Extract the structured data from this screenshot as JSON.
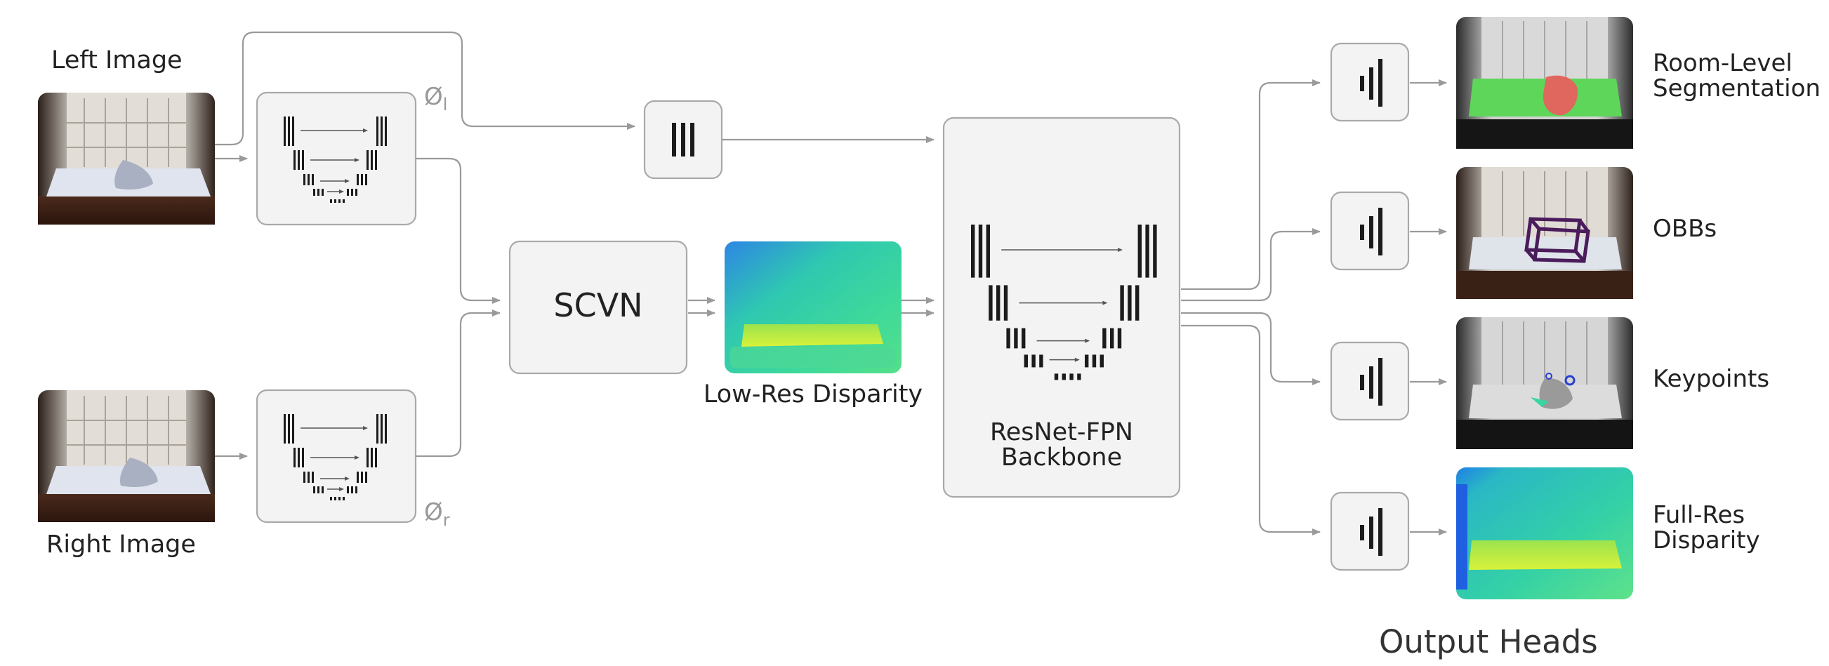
{
  "inputs": {
    "left_label": "Left Image",
    "right_label": "Right Image"
  },
  "encoders": {
    "phi_left": "Ø",
    "phi_left_sub": "l",
    "phi_right": "Ø",
    "phi_right_sub": "r"
  },
  "scvn": {
    "label": "SCVN"
  },
  "low_res": {
    "label": "Low-Res Disparity"
  },
  "backbone": {
    "line1": "ResNet-FPN",
    "line2": "Backbone"
  },
  "heads": {
    "title": "Output Heads",
    "items": [
      {
        "label_line1": "Room-Level",
        "label_line2": "Segmentation"
      },
      {
        "label_line1": "OBBs",
        "label_line2": ""
      },
      {
        "label_line1": "Keypoints",
        "label_line2": ""
      },
      {
        "label_line1": "Full-Res",
        "label_line2": "Disparity"
      }
    ]
  },
  "colors": {
    "box_fill": "#f3f3f3",
    "box_stroke": "#a9a9a9",
    "arrow": "#9a9a9a",
    "bars": "#1b1b1b",
    "seg_table": "#5ed65a",
    "seg_cloth": "#e0675d",
    "obb": "#4b1c5c",
    "keypoint": "#2a3fd0",
    "disparity_high": "#cdee3a",
    "disparity_low": "#2f86e6"
  }
}
